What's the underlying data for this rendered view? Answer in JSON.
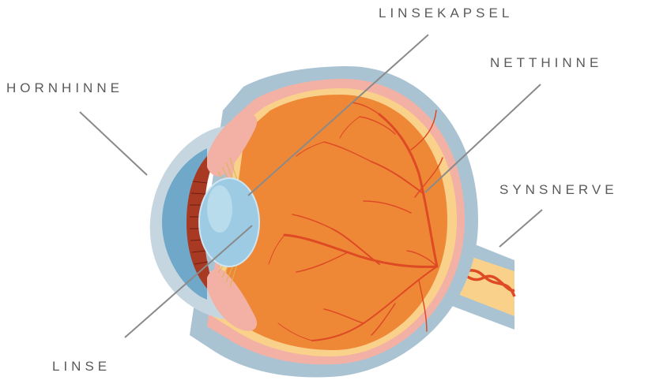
{
  "labels": {
    "linsekapsel": "LINSEKAPSEL",
    "netthinne": "NETTHINNE",
    "hornhinne": "HORNHINNE",
    "synsnerve": "SYNSNERVE",
    "linse": "LINSE"
  },
  "colors": {
    "sclera": "#aac3d3",
    "choroid": "#f2b1a4",
    "retina": "#f9d18a",
    "vitreous": "#ee8837",
    "vessel": "#de4a24",
    "cornea": "#c6d6e1",
    "iris": "#a83a24",
    "lens": "#9ccbe3",
    "pointer": "#8a8a8a",
    "label_text": "#5a5a5a"
  }
}
